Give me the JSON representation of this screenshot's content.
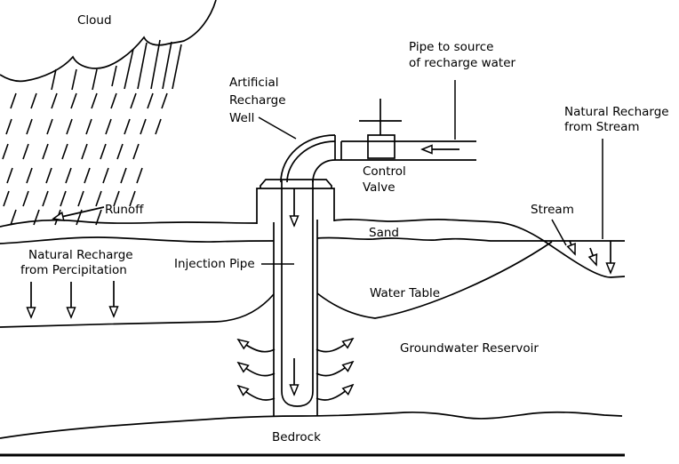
{
  "diagram": {
    "labels": {
      "cloud": "Cloud",
      "runoff": "Runoff",
      "natural_recharge_precipitation": [
        "Natural Recharge",
        "from Percipitation"
      ],
      "artificial_recharge_well": [
        "Artificial",
        "Recharge",
        "Well"
      ],
      "pipe_to_source": [
        "Pipe to source",
        "of recharge water"
      ],
      "control_valve": [
        "Control",
        "Valve"
      ],
      "natural_recharge_stream": [
        "Natural Recharge",
        "from Stream"
      ],
      "stream": "Stream",
      "sand": "Sand",
      "injection_pipe": "Injection Pipe",
      "water_table": "Water Table",
      "groundwater_reservoir": "Groundwater Reservoir",
      "bedrock": "Bedrock"
    },
    "colors": {
      "ink": "#000000",
      "background": "#ffffff"
    }
  }
}
